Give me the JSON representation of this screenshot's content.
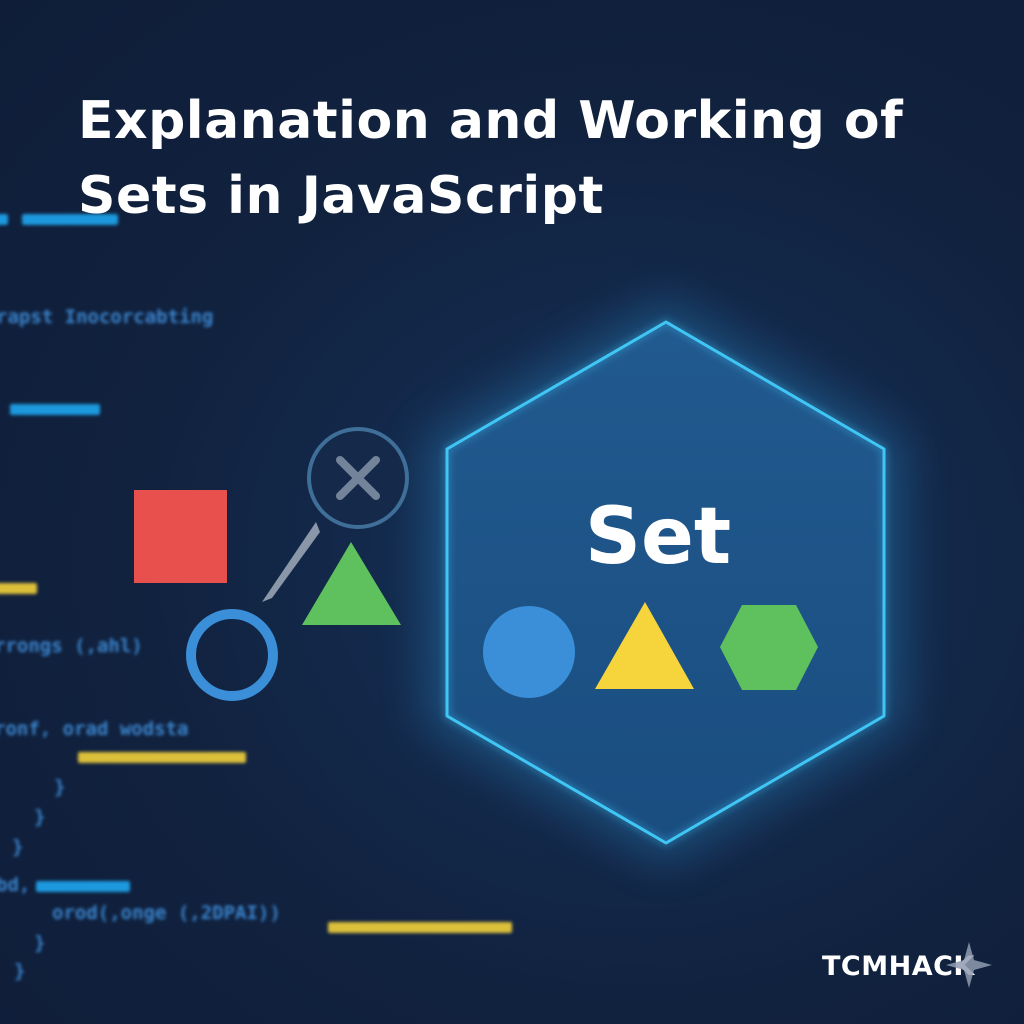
{
  "title": {
    "line1": "Explanation and Working of",
    "line2": "Sets in JavaScript"
  },
  "set_label": "Set",
  "brand": {
    "name": "TCMHACK"
  },
  "code_background": {
    "lines": [
      "rapst Inocorcabting",
      "rrongs (,ahl)",
      "ronf, orad wodsta",
      "}",
      "}",
      "}",
      "bd,",
      "orod(,onge (,2DPAI))",
      "}",
      "}"
    ]
  },
  "colors": {
    "background": "#11213f",
    "hexagon_fill": "#1f5488",
    "hexagon_glow": "#3cc4f2",
    "red_square": "#e8504e",
    "green": "#5fc15e",
    "blue": "#3a8fd8",
    "yellow": "#f5d43c",
    "x_badge": "#6f7e93",
    "code_blue": "#1ea7f0",
    "code_yellow": "#f2d13a"
  },
  "icons": {
    "excluded_marker": "x-circle-icon",
    "brand_mark": "four-point-star-icon"
  }
}
